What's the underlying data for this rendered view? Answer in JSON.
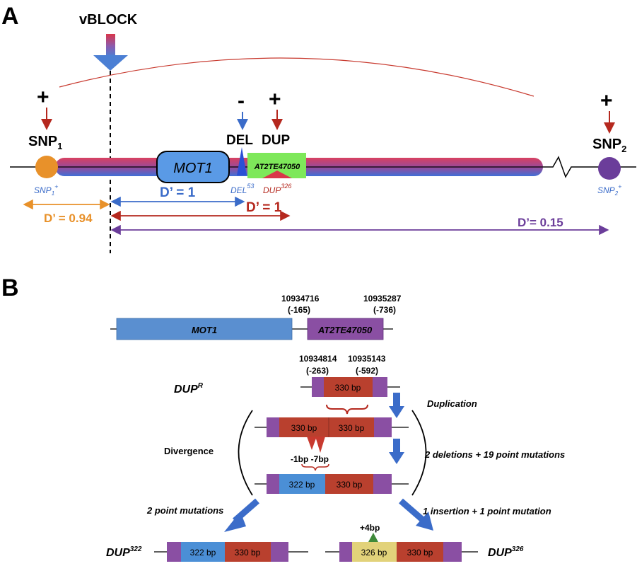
{
  "panelA": {
    "label": "A",
    "vblock": "vBLOCK",
    "snp1": {
      "sign": "+",
      "name": "SNP",
      "sub": "1",
      "allele": "SNP",
      "allele_sub": "1",
      "allele_sup": "+"
    },
    "snp2": {
      "sign": "+",
      "name": "SNP",
      "sub": "2",
      "allele": "SNP",
      "allele_sub": "2",
      "allele_sup": "+"
    },
    "del": {
      "sign": "-",
      "label": "DEL",
      "allele": "DEL",
      "allele_sup": "53"
    },
    "dup": {
      "sign": "+",
      "label": "DUP",
      "allele": "DUP",
      "allele_sup": "326"
    },
    "gene": "MOT1",
    "te": "AT2TE47050",
    "d_blue": "D’ = 1",
    "d_red": "D’ = 1",
    "d_orange": "D’ = 0.94",
    "d_purple": "D’= 0.15"
  },
  "panelB": {
    "label": "B",
    "gene": "MOT1",
    "te": "AT2TE47050",
    "coord1": {
      "pos": "10934716",
      "rel": "(-165)"
    },
    "coord2": {
      "pos": "10935287",
      "rel": "(-736)"
    },
    "coord3": {
      "pos": "10934814",
      "rel": "(-263)"
    },
    "coord4": {
      "pos": "10935143",
      "rel": "(-592)"
    },
    "dupR": {
      "name": "DUP",
      "sup": "R"
    },
    "seg_330": "330 bp",
    "seg_322": "322 bp",
    "seg_326": "326 bp",
    "duplication": "Duplication",
    "divergence": "Divergence",
    "two_del": "2 deletions + 19 point mutations",
    "del_bp": "-1bp -7bp",
    "two_point": "2 point mutations",
    "one_ins": "1 insertion + 1 point mutation",
    "ins_bp": "+4bp",
    "dup322": {
      "name": "DUP",
      "sup": "322"
    },
    "dup326": {
      "name": "DUP",
      "sup": "326"
    }
  },
  "colors": {
    "blue": "#3b6cc9",
    "red": "#b5281e",
    "orange": "#e8912a",
    "purple": "#6b3d9a",
    "gene_blue": "#5a8fd0",
    "te_purple": "#8a4fa3",
    "seg_red": "#b9402e",
    "seg_blue": "#4b8fd6",
    "seg_yellow": "#e2d27a",
    "te_green": "#7ee85a"
  }
}
